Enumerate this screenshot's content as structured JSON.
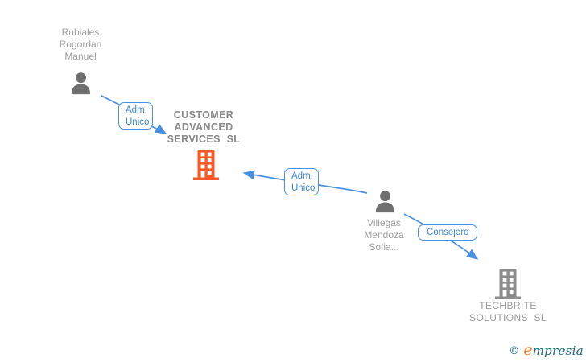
{
  "diagram": {
    "people": [
      {
        "name": "Rubiales\nRogordan\nManuel"
      },
      {
        "name": "Villegas\nMendoza\nSofia..."
      }
    ],
    "companies": [
      {
        "name": "CUSTOMER\nADVANCED\nSERVICES  SL"
      },
      {
        "name": "TECHBRITE\nSOLUTIONS  SL"
      }
    ],
    "edges": [
      {
        "label": "Adm.\nUnico",
        "from": "Rubiales Rogordan Manuel",
        "to": "CUSTOMER ADVANCED SERVICES SL"
      },
      {
        "label": "Adm.\nUnico",
        "from": "Villegas Mendoza Sofia...",
        "to": "CUSTOMER ADVANCED SERVICES SL"
      },
      {
        "label": "Consejero",
        "from": "Villegas Mendoza Sofia...",
        "to": "TECHBRITE SOLUTIONS SL"
      }
    ]
  },
  "colors": {
    "edge_blue": "#4a90e2",
    "person_gray": "#6f6f6f",
    "company_highlight_orange": "#fa5a28",
    "company_gray": "#8c8c8c",
    "window_white": "#ffffff",
    "brand_teal": "#17697e",
    "brand_orange": "#ee7f1d"
  },
  "footer": {
    "copyright_symbol": "©",
    "brand_initial": "e",
    "brand_rest": "mpresia"
  }
}
